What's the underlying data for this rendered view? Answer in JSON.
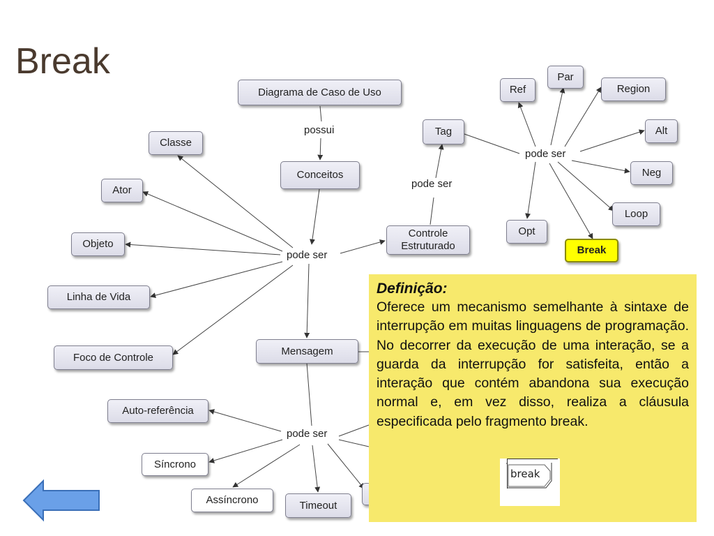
{
  "slide": {
    "title": "Break"
  },
  "nodes": {
    "diagrama_caso_uso": "Diagrama de Caso de Uso",
    "conceitos": "Conceitos",
    "classe": "Classe",
    "ator": "Ator",
    "objeto": "Objeto",
    "linha_de_vida": "Linha de Vida",
    "foco_de_controle": "Foco de Controle",
    "mensagem": "Mensagem",
    "auto_referencia": "Auto-referência",
    "sincrono": "Síncrono",
    "assincrono": "Assíncrono",
    "timeout": "Timeout",
    "tag": "Tag",
    "controle_estruturado": "Controle\nEstruturado",
    "ref": "Ref",
    "par": "Par",
    "region": "Region",
    "alt": "Alt",
    "neg": "Neg",
    "loop": "Loop",
    "opt": "Opt",
    "break": "Break"
  },
  "labels": {
    "possui": "possui",
    "pode_ser_center": "pode ser",
    "pode_ser_tag": "pode ser",
    "pode_ser_right": "pode ser",
    "pode_ser_bottom": "pode ser"
  },
  "definition": {
    "heading": "Definição:",
    "text": "Oferece um mecanismo semelhante à sintaxe de interrupção em muitas linguagens de programação. No decorrer da execução de uma interação, se a guarda da interrupção for satisfeita, então a interação que contém abandona sua execução normal e, em vez disso, realiza a cláusula especificada pelo fragmento break.",
    "sample_tag": "break"
  },
  "colors": {
    "definition_bg": "#f7e96c",
    "highlight_node": "#ffff00",
    "nav_arrow": "#6aa0e8"
  },
  "icons": {
    "nav": "left-arrow-icon"
  }
}
